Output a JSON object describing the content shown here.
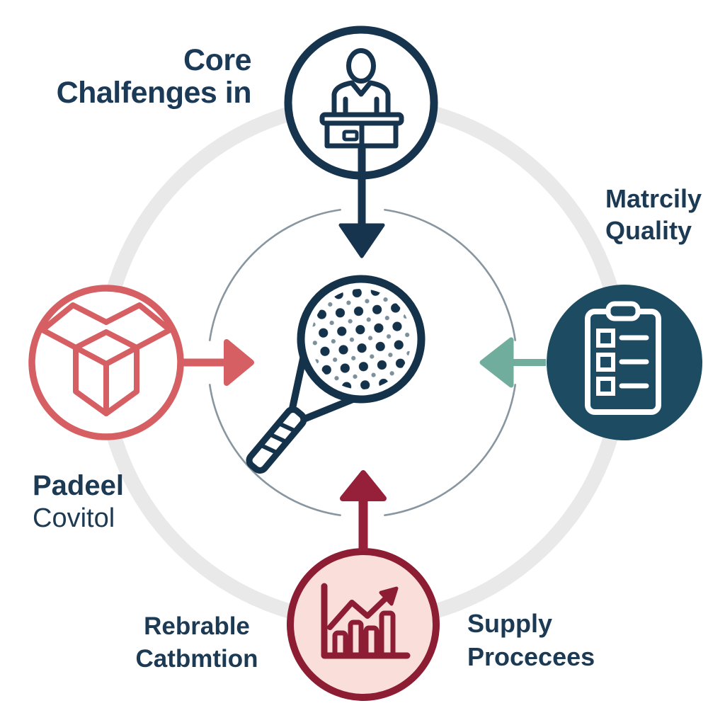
{
  "title": {
    "line1": "Core",
    "line2": "Chalfenges in"
  },
  "labels": {
    "right": {
      "line1": "Matrcily",
      "line2": "Quality"
    },
    "left": {
      "line1": "Padeel",
      "line2": "Covitol"
    },
    "bottom_left": {
      "line1": "Rebrable",
      "line2": "Catbmtion"
    },
    "bottom_right": {
      "line1": "Supply",
      "line2": "Procecees"
    }
  },
  "center": {
    "icon": "padel-racket-icon"
  },
  "nodes": {
    "top": {
      "icon": "person-at-desk-icon",
      "style": "navy outline circle, white fill"
    },
    "left": {
      "icon": "open-box-icon",
      "style": "coral outline circle, white fill"
    },
    "right": {
      "icon": "clipboard-checklist-icon",
      "style": "solid dark teal circle, white glyph"
    },
    "bottom": {
      "icon": "bar-chart-growth-icon",
      "style": "maroon outline circle, light pink fill"
    }
  },
  "arrows": {
    "top": {
      "direction": "down",
      "color": "#16344e"
    },
    "left": {
      "direction": "right",
      "color": "#d65f63"
    },
    "right": {
      "direction": "left",
      "color": "#70ad9d"
    },
    "bottom": {
      "direction": "up",
      "color": "#96203a"
    }
  },
  "colors": {
    "navy": "#16344e",
    "title_navy": "#1b3a57",
    "coral": "#d65f63",
    "dark_teal": "#1d4b61",
    "teal_arrow": "#70ad9d",
    "maroon": "#8d1d33",
    "maroon_arrow": "#96203a",
    "pink_fill": "#f9ded9",
    "outer_ring_gray": "#e9e9e9",
    "inner_circle_gray": "#8796a0",
    "small_dot_gray": "#7d909a",
    "background": "#ffffff"
  }
}
